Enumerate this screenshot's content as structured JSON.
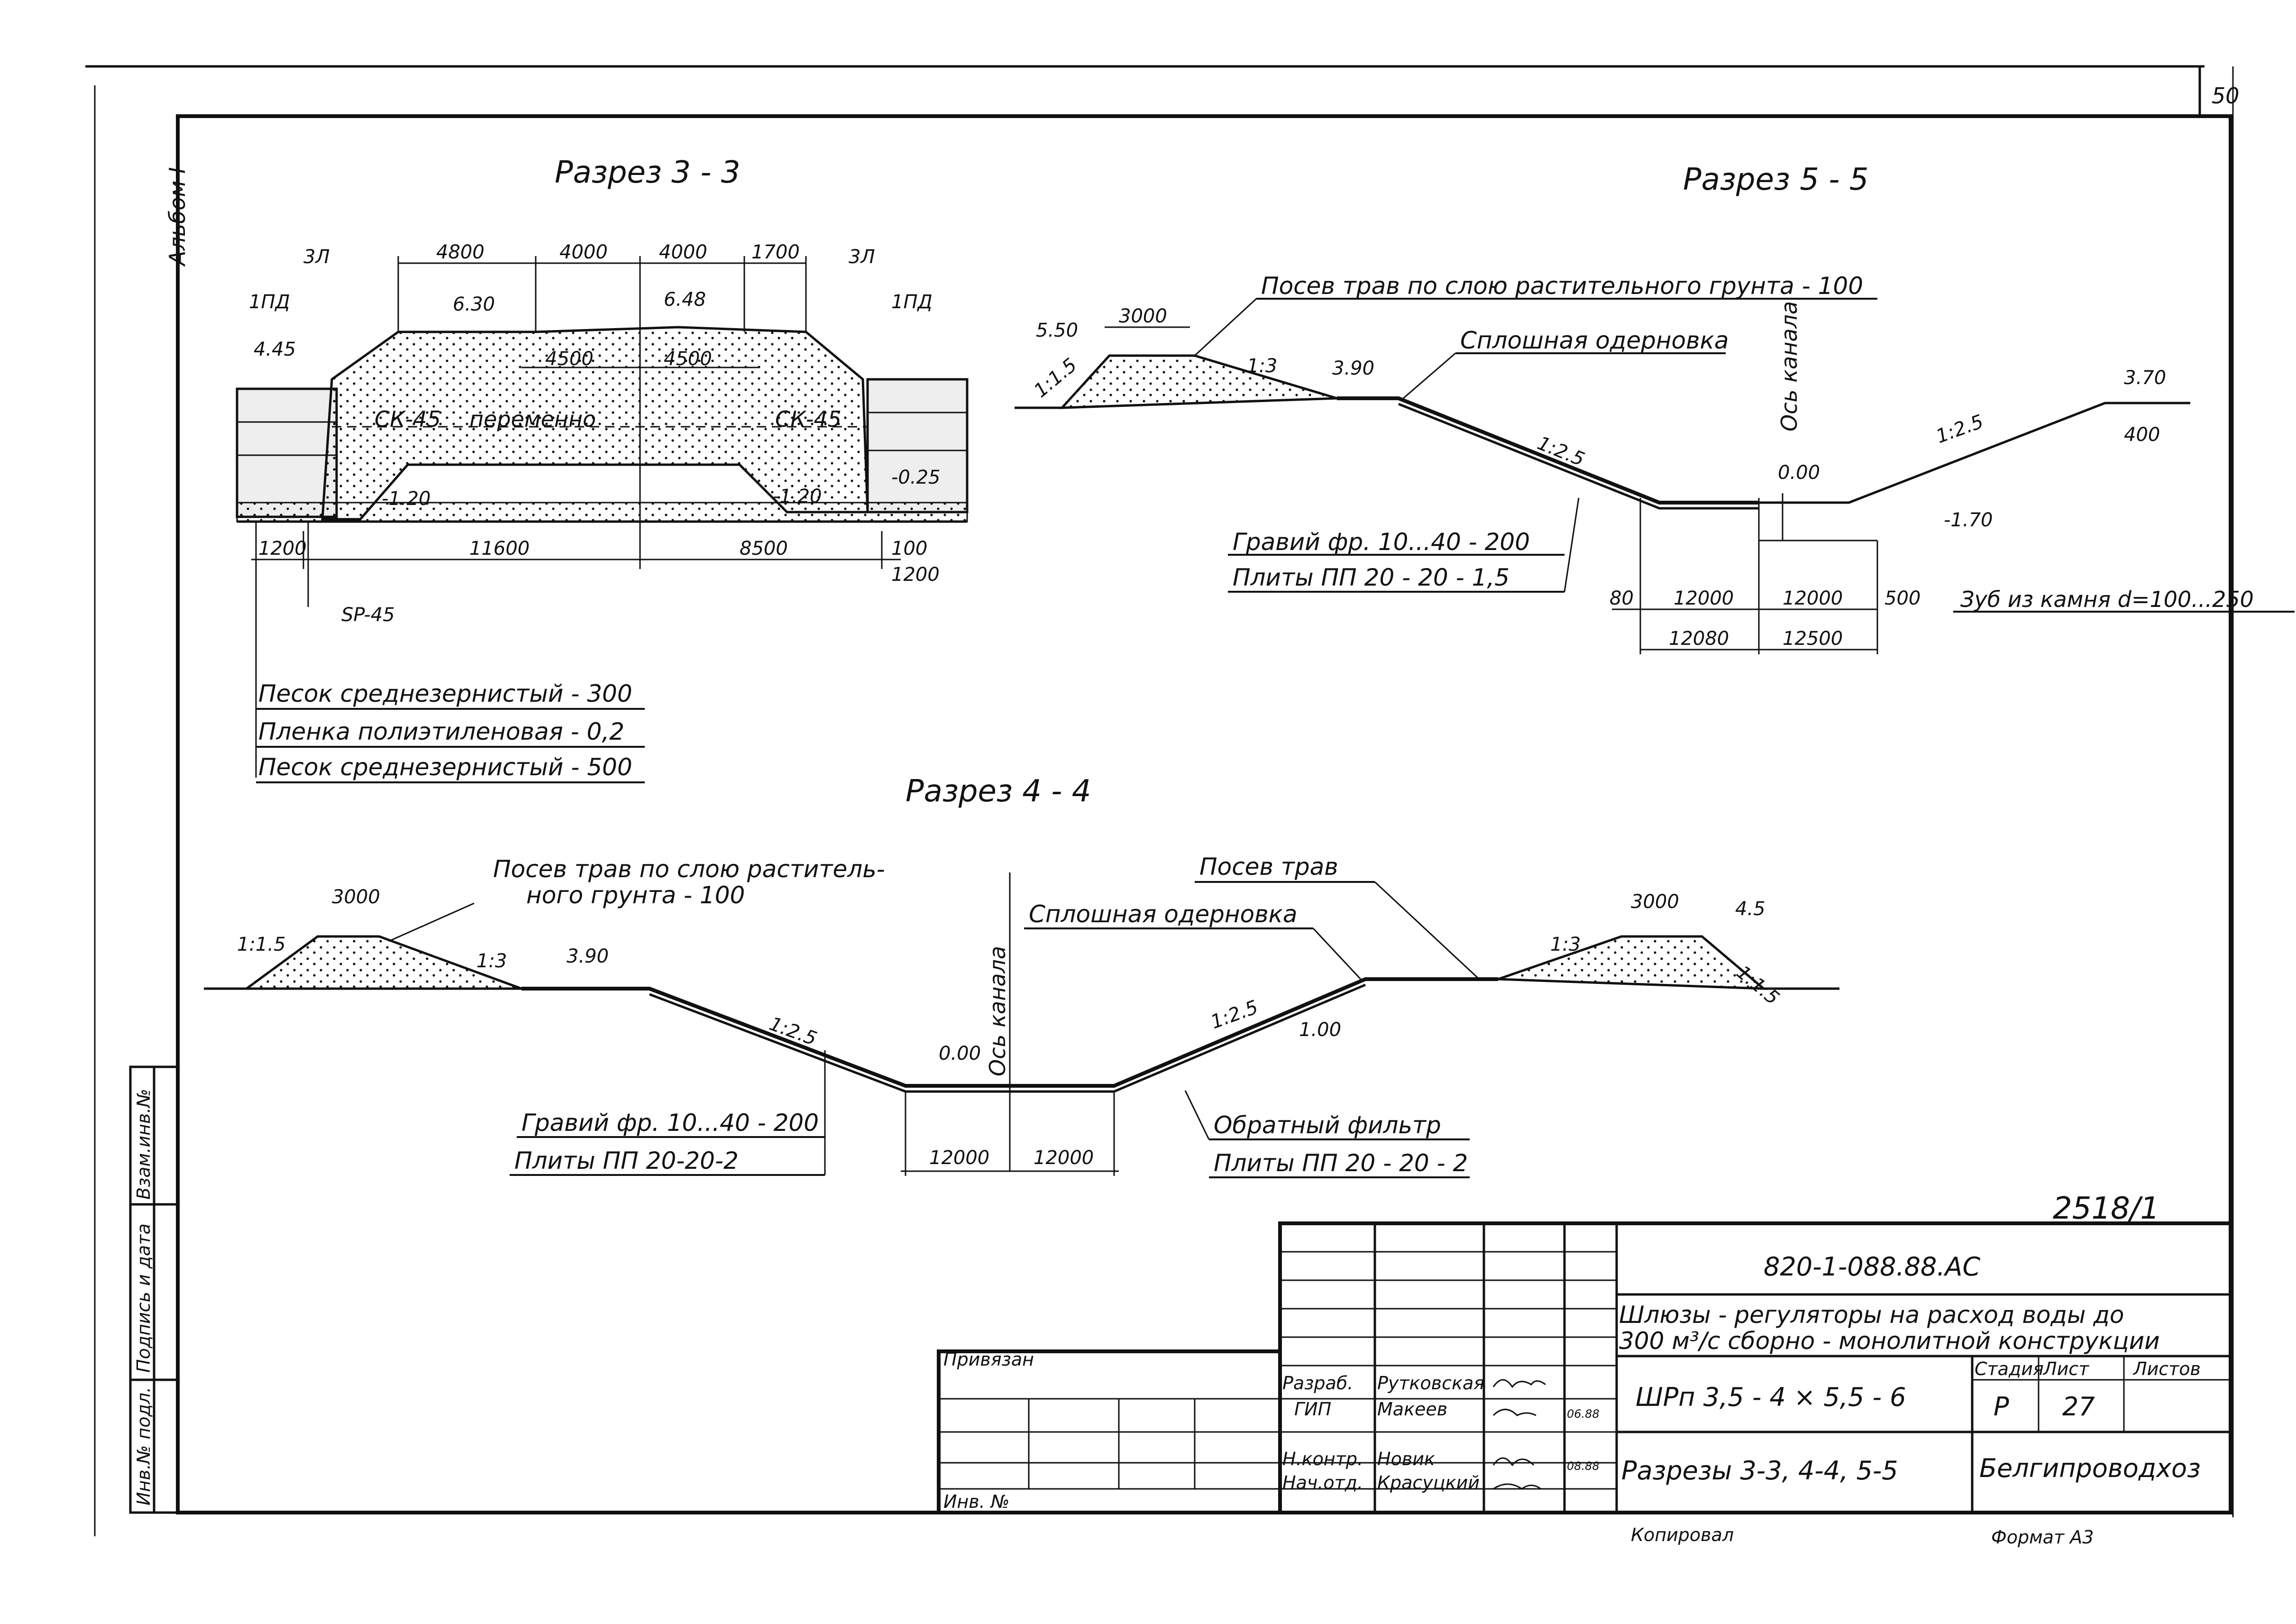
{
  "sheet": {
    "page_number": "50",
    "album": "Альбом I",
    "stamp": "2518/1",
    "copied": "Копировал",
    "format": "Формат А3"
  },
  "left_strip": {
    "inv_no_podl": "Инв.№ подл.",
    "podpis_data": "Подпись и дата",
    "vzam_inv": "Взам.инв.№"
  },
  "section33": {
    "title": "Разрез 3 - 3",
    "dims_top": [
      "4800",
      "4000",
      "4000",
      "1700"
    ],
    "dims_inner": [
      "4500",
      "4500"
    ],
    "dims_bottom": [
      "1200",
      "11600",
      "8500",
      "100"
    ],
    "dim_1200_right": "1200",
    "marks": [
      "6.30",
      "6.48",
      "4.45",
      "-1.20",
      "-1.20",
      "-0.25"
    ],
    "tags": [
      "3Л",
      "3Л",
      "1ПД",
      "1ПД"
    ],
    "sk_left": "СК-45",
    "sk_right": "СК-45",
    "variable": "переменно",
    "sp": "SP-45",
    "layers": [
      "Песок среднезернистый - 300",
      "Пленка полиэтиленовая - 0,2",
      "Песок среднезернистый - 500"
    ]
  },
  "section55": {
    "title": "Разрез 5 - 5",
    "note_grass": "Посев трав по слою растительного грунта - 100",
    "note_sod": "Сплошная одерновка",
    "axis": "Ось канала",
    "dim_crest": "3000",
    "marks": [
      "5.50",
      "3.90",
      "0.00",
      "-1.70",
      "3.70"
    ],
    "slopes": [
      "1:1.5",
      "1:3",
      "1:2.5",
      "1:2.5"
    ],
    "dim_400": "400",
    "gravel": "Гравий фр. 10...40 - 200",
    "plates": "Плиты ПП 20 - 20 - 1,5",
    "dims_a": [
      "80",
      "12000",
      "12000",
      "500"
    ],
    "dims_b": [
      "12080",
      "12500"
    ],
    "teeth": "Зуб из камня d=100...250"
  },
  "section44": {
    "title": "Разрез 4 - 4",
    "note_grass": "Посев трав по слою раститель-\nного грунта - 100",
    "note_grass_l1": "Посев трав по слою раститель-",
    "note_grass_l2": "ного грунта - 100",
    "note_grass_right": "Посев трав",
    "note_sod": "Сплошная одерновка",
    "axis": "Ось канала",
    "dim_crest_left": "3000",
    "dim_crest_right": "3000",
    "slopes": [
      "1:1.5",
      "1:3",
      "1:2.5",
      "1:2.5",
      "1:3",
      "1:1.5"
    ],
    "marks": [
      "3.90",
      "0.00",
      "1.00",
      "4.5"
    ],
    "gravel": "Гравий фр. 10...40 - 200",
    "plates_left": "Плиты ПП 20-20-2",
    "filter": "Обратный фильтр",
    "plates_right": "Плиты ПП 20 - 20 - 2",
    "dims": [
      "12000",
      "12000"
    ]
  },
  "title_block": {
    "code": "820-1-088.88.АС",
    "object_l1": "Шлюзы - регуляторы на расход воды до",
    "object_l2": "300 м³/с сборно - монолитной конструкции",
    "mark": "ШРп 3,5 - 4 × 5,5 - 6",
    "sheet_title": "Разрезы 3-3, 4-4, 5-5",
    "org": "Белгипроводхоз",
    "stage_label": "Стадия",
    "sheet_label": "Лист",
    "sheets_label": "Листов",
    "stage": "Р",
    "sheet": "27",
    "privyazan": "Привязан",
    "inv_no": "Инв. №",
    "roles": [
      "Разраб.",
      "ГИП",
      "Н.контр.",
      "Нач.отд."
    ],
    "names": [
      "Рутковская",
      "Макеев",
      "Новик",
      "Красуцкий"
    ],
    "date": "08.88",
    "date2": "06.88"
  }
}
